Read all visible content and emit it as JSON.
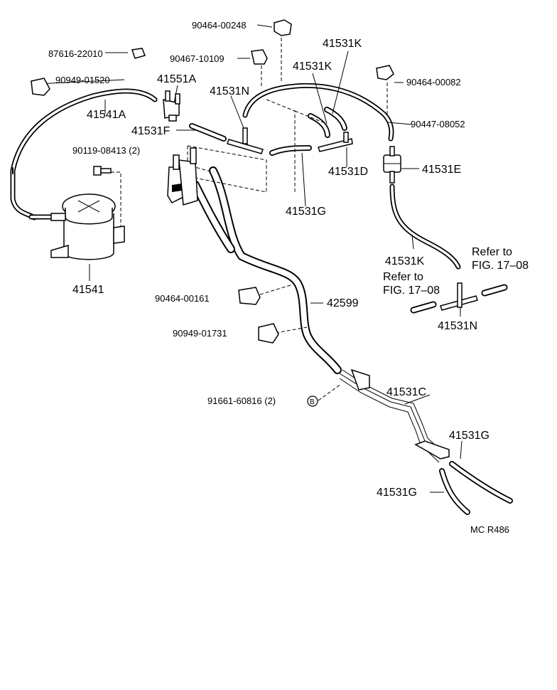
{
  "labels": {
    "p90464_00248": "90464-00248",
    "p41531K_a": "41531K",
    "p87616_22010": "87616-22010",
    "p90467_10109": "90467-10109",
    "p41531K_b": "41531K",
    "p90464_00082": "90464-00082",
    "p90949_01520": "90949-01520",
    "p41551A": "41551A",
    "p41531N_a": "41531N",
    "p41541A": "41541A",
    "p41531F": "41531F",
    "p90447_08052": "90447-08052",
    "p90119_08413": "90119-08413 (2)",
    "p41531E": "41531E",
    "p41531D": "41531D",
    "p41531G_a": "41531G",
    "p41541": "41541",
    "p41531K_c": "41531K",
    "ref_a_line1": "Refer to",
    "ref_a_line2": "FIG. 17–08",
    "ref_b_line1": "Refer to",
    "ref_b_line2": "FIG. 17–08",
    "p90464_00161": "90464-00161",
    "p42599": "42599",
    "p41531N_b": "41531N",
    "p90949_01731": "90949-01731",
    "p41531C": "41531C",
    "p91661_60816": "91661-60816 (2)",
    "circle_b": "B",
    "p41531G_b": "41531G",
    "p41531G_c": "41531G",
    "code": "MC R486"
  }
}
